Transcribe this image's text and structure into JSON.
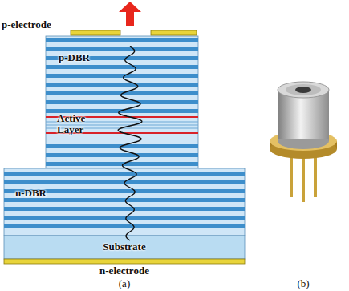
{
  "diagram": {
    "nodes": [
      {
        "text": [
          "p-DBR"
        ]
      },
      {
        "text": [
          "Active Layer"
        ],
        "in": 0
      },
      {
        "text": [
          "n-DBR"
        ]
      },
      {
        "text": [
          "Substrate"
        ]
      }
    ],
    "labels": [
      "p-electrode",
      "n-electrode",
      "(a)",
      "(b)"
    ]
  }
}
